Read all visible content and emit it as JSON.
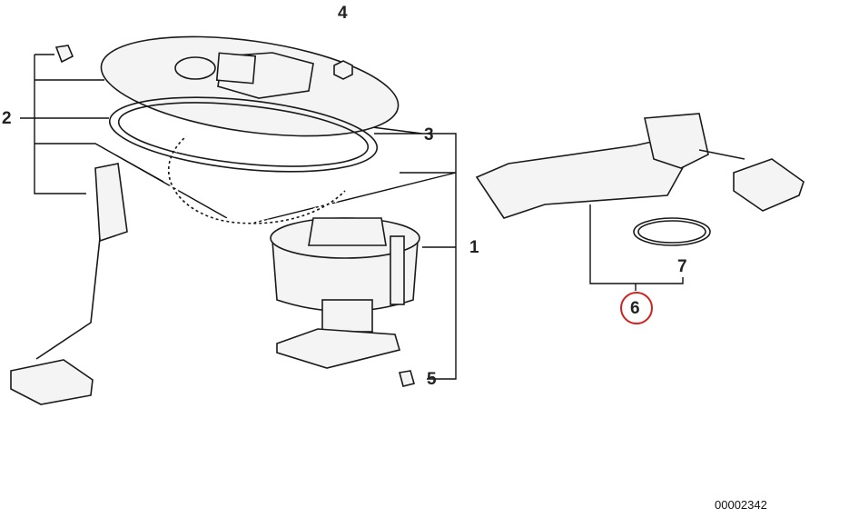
{
  "callouts": [
    {
      "number": "1",
      "part": "fuel-pump"
    },
    {
      "number": "2",
      "part": "sender-assembly"
    },
    {
      "number": "3",
      "part": "gasket"
    },
    {
      "number": "4",
      "part": "nut"
    },
    {
      "number": "5",
      "part": "clip"
    },
    {
      "number": "6",
      "part": "level-sensor-assembly"
    },
    {
      "number": "7",
      "part": "o-ring"
    }
  ],
  "diagram_ref": "00002342",
  "colors": {
    "line": "#1a1a1a",
    "highlight_circle": "#d21f1f"
  }
}
